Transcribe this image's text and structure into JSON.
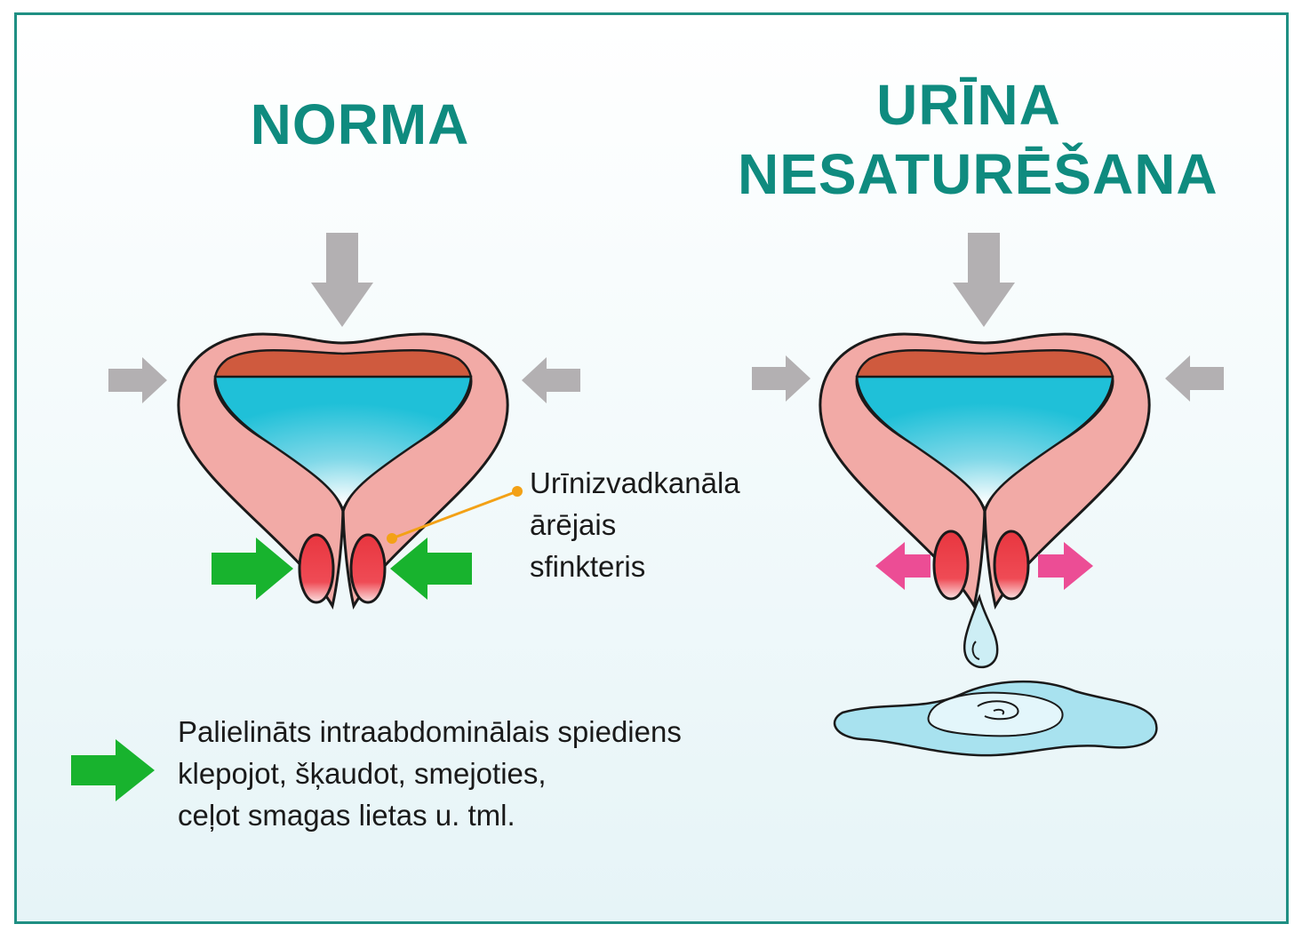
{
  "titles": {
    "normal": "NORMA",
    "incontinence_line1": "URĪNA",
    "incontinence_line2": "NESATURĒŠANA"
  },
  "annotation": {
    "line1": "Urīnizvadkanāla",
    "line2": "ārējais",
    "line3": "sfinkteris"
  },
  "legend": {
    "line1": "Palielināts intraabdominālais spiediens",
    "line2": "klepojot, šķaudot, smejoties,",
    "line3": "ceļot smagas lietas u. tml."
  },
  "colors": {
    "frame": "#1f8f83",
    "title": "#0f8b7f",
    "pressure_arrow": "#b3b0b2",
    "squeeze_arrow": "#18b32e",
    "leak_arrow": "#ec4d95",
    "bladder_wall_outer": "#f2aaa6",
    "bladder_wall_inner": "#cf5a3e",
    "urine": "#1fc0d8",
    "sphincter": "#e8363f",
    "leader_line": "#f3a116",
    "puddle": "#a8e2ef"
  },
  "icons": [
    "pressure-arrow-icon",
    "squeeze-arrow-icon",
    "leak-arrow-icon",
    "drop-icon",
    "puddle-icon"
  ]
}
